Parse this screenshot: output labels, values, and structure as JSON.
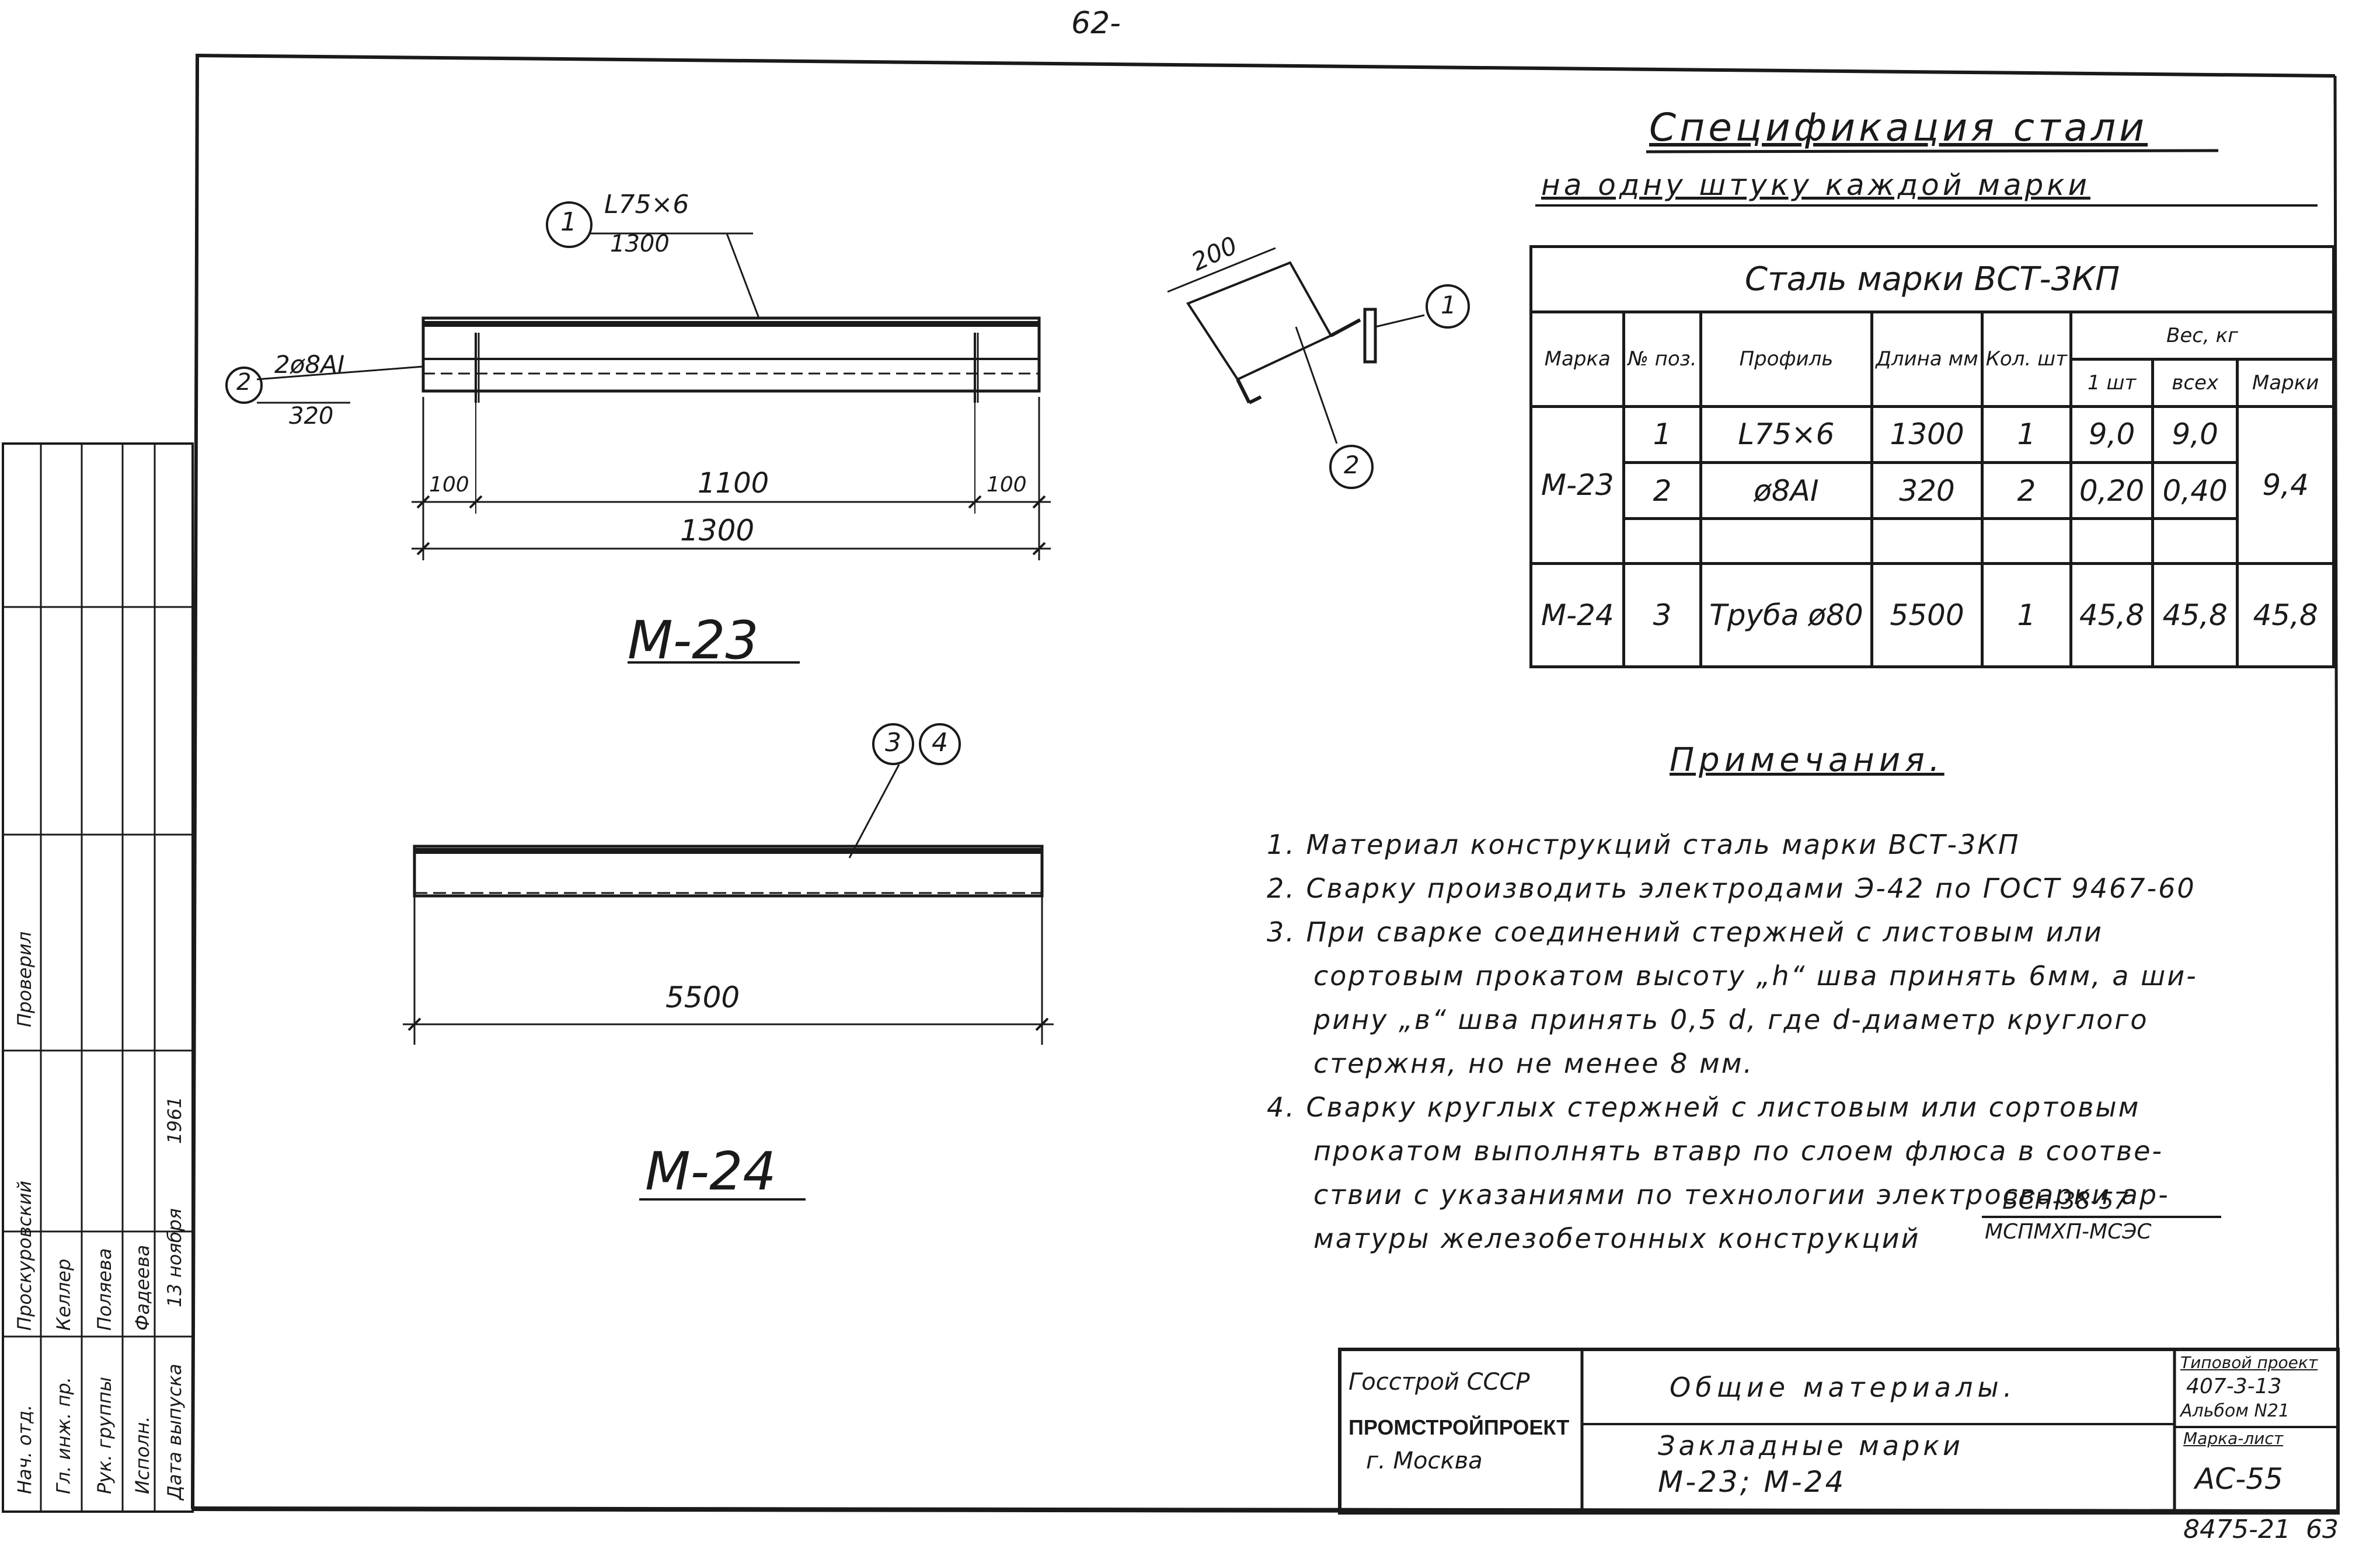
{
  "page": {
    "top_number": "62-",
    "bottom_number": "8475-21",
    "bottom_page": "63"
  },
  "drawing_m23": {
    "title": "M-23",
    "callout_1": "1",
    "profile_label": "L75×6",
    "profile_length": "1300",
    "callout_2": "2",
    "bar_label": "2ø8AI",
    "bar_length": "320",
    "dim_left": "100",
    "dim_mid": "1100",
    "dim_right": "100",
    "dim_total": "1300"
  },
  "detail": {
    "dim": "200",
    "callout_1": "1",
    "callout_2": "2"
  },
  "drawing_m24": {
    "title": "M-24",
    "callout_3": "3",
    "callout_4": "4",
    "dim_total": "5500"
  },
  "specification": {
    "title": "Спецификация стали",
    "subtitle": "на одну штуку каждой марки",
    "steel_grade": "Сталь марки ВСТ-3КП",
    "headers": {
      "mark": "Марка",
      "pos": "№ поз.",
      "profile": "Профиль",
      "length": "Длина мм",
      "qty": "Кол. шт",
      "weight": "Вес, кг",
      "per_unit": "1 шт",
      "total": "всех",
      "per_mark": "Марки"
    },
    "rows": [
      {
        "mark": "M-23",
        "pos": "1",
        "profile": "L75×6",
        "length": "1300",
        "qty": "1",
        "unit": "9,0",
        "total": "9,0",
        "mark_weight": "9,4"
      },
      {
        "pos": "2",
        "profile": "ø8AI",
        "length": "320",
        "qty": "2",
        "unit": "0,20",
        "total": "0,40"
      },
      {
        "mark": "M-24",
        "pos": "3",
        "profile": "Труба ø80",
        "length": "5500",
        "qty": "1",
        "unit": "45,8",
        "total": "45,8",
        "mark_weight": "45,8"
      }
    ]
  },
  "notes": {
    "title": "Примечания.",
    "items": [
      "1. Материал конструкций сталь марки ВСТ-3КП",
      "2. Сварку производить электродами Э-42 по ГОСТ 9467-60",
      "3. При сварке соединений стержней с листовым или",
      "сортовым прокатом высоту „h“ шва принять 6мм, а ши-",
      "рину „в“ шва принять 0,5 d, где d-диаметр круглого",
      "стержня, но не менее 8 мм.",
      "4. Сварку круглых стержней с листовым или сортовым",
      "прокатом выполнять втавр по слоем флюса в соотве-",
      "ствии с указаниями по технологии электросварки ар-",
      "матуры железобетонных конструкций"
    ],
    "fraction_top": "ВСН-38-57",
    "fraction_bottom": "МСПМХП-МСЭС"
  },
  "title_block": {
    "org": "Госстрой СССР",
    "institute": "ПРОМСТРОЙПРОЕКТ",
    "city": "г. Москва",
    "description": "Общие материалы.",
    "drawing_name": "Закладные марки",
    "drawing_marks": "M-23; M-24",
    "project_label": "Типовой проект",
    "project_number": "407-3-13",
    "album": "Альбом N21",
    "sheet_label": "Марка-лист",
    "sheet_number": "AC-55"
  },
  "side_stamp": {
    "rows": [
      {
        "role": "Нач. отд.",
        "name": "Проскуровский"
      },
      {
        "role": "Гл. инж. пр.",
        "name": "Келлер"
      },
      {
        "role": "Рук. группы",
        "name": "Поляева"
      },
      {
        "role": "Исполн.",
        "name": "Фадеева"
      }
    ],
    "date_label": "Дата выпуска",
    "date_value": "13 ноября",
    "extra": "Проверил",
    "year_note": "1961"
  }
}
